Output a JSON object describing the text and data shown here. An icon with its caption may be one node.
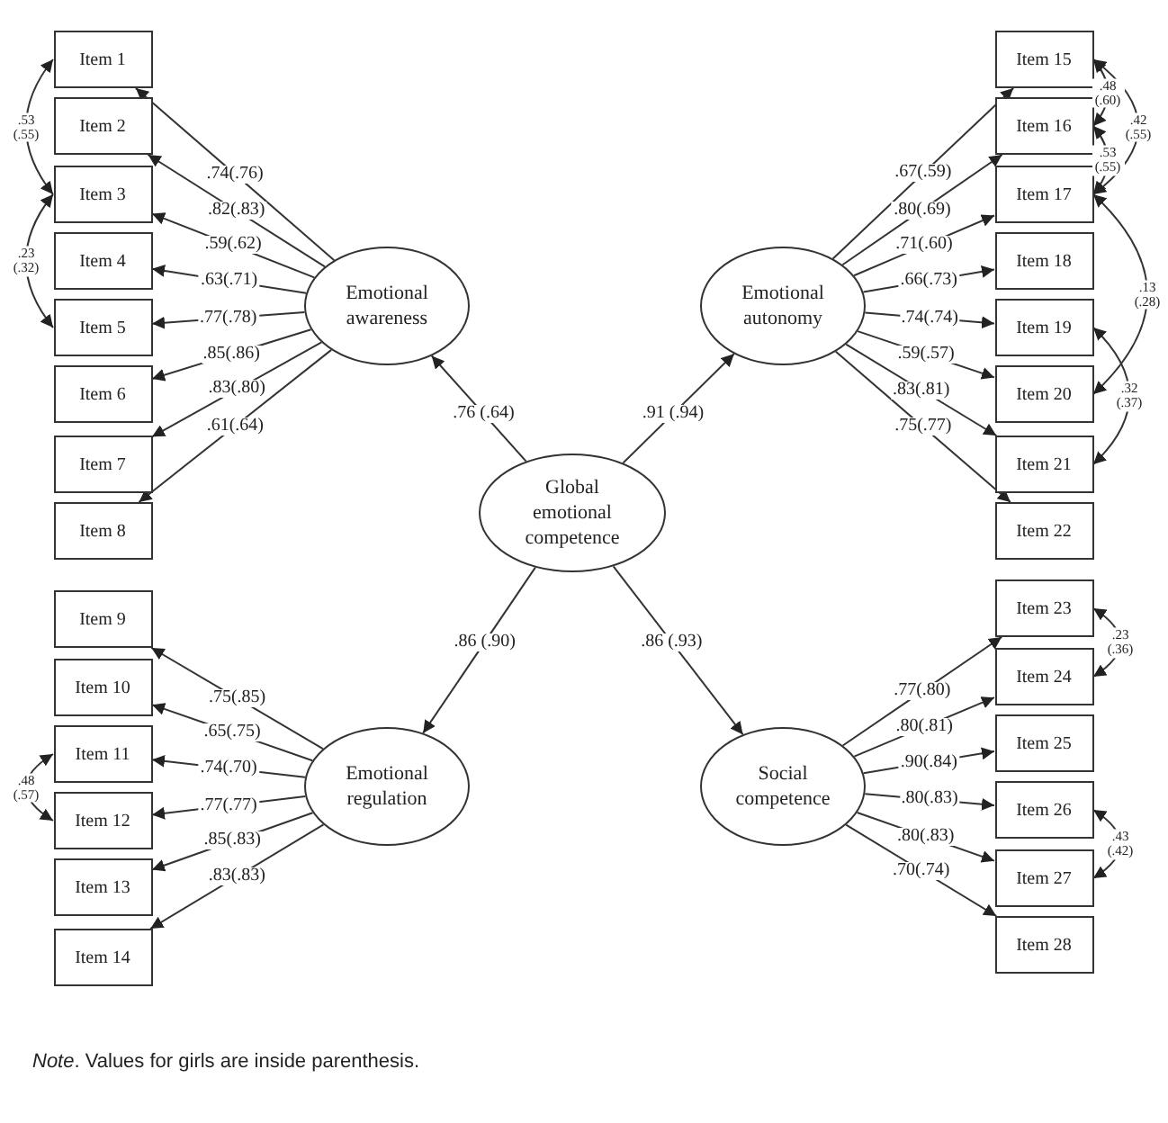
{
  "diagram": {
    "caption": "*Note*. Values for girls are inside parenthesis.",
    "nodes": [
      {
        "text": [
          "Item 1"
        ]
      },
      {
        "text": [
          "Item 2"
        ]
      },
      {
        "text": [
          "Item 3"
        ]
      },
      {
        "text": [
          "Item 4"
        ]
      },
      {
        "text": [
          "Item 5"
        ]
      },
      {
        "text": [
          "Item 6"
        ]
      },
      {
        "text": [
          "Item 7"
        ]
      },
      {
        "text": [
          "Item 8"
        ]
      },
      {
        "text": [
          "Item 9"
        ]
      },
      {
        "text": [
          "Item 10"
        ]
      },
      {
        "text": [
          "Item 11"
        ]
      },
      {
        "text": [
          "Item 12"
        ]
      },
      {
        "text": [
          "Item 13"
        ]
      },
      {
        "text": [
          "Item 14"
        ]
      },
      {
        "text": [
          "Item 15"
        ]
      },
      {
        "text": [
          "Item 16"
        ]
      },
      {
        "text": [
          "Item 17"
        ]
      },
      {
        "text": [
          "Item 18"
        ]
      },
      {
        "text": [
          "Item 19"
        ]
      },
      {
        "text": [
          "Item 20"
        ]
      },
      {
        "text": [
          "Item 21"
        ]
      },
      {
        "text": [
          "Item 22"
        ]
      },
      {
        "text": [
          "Item 23"
        ]
      },
      {
        "text": [
          "Item 24"
        ]
      },
      {
        "text": [
          "Item 25"
        ]
      },
      {
        "text": [
          "Item 26"
        ]
      },
      {
        "text": [
          "Item 27"
        ]
      },
      {
        "text": [
          "Item 28"
        ]
      },
      {
        "text": [
          "Emotional awareness"
        ]
      },
      {
        "text": [
          "Emotional autonomy"
        ]
      },
      {
        "text": [
          "Global emotional competence"
        ]
      },
      {
        "text": [
          "Emotional regulation"
        ]
      },
      {
        "text": [
          "Social competence"
        ]
      }
    ],
    "edges": [
      {
        "from": 30,
        "to": 28,
        "arrow": "to",
        "label": ".76 (.64)"
      },
      {
        "from": 30,
        "to": 29,
        "arrow": "to",
        "label": ".91 (.94)"
      },
      {
        "from": 30,
        "to": 31,
        "arrow": "to",
        "label": ".86 (.90)"
      },
      {
        "from": 30,
        "to": 32,
        "arrow": "to",
        "label": ".86 (.93)"
      },
      {
        "from": 28,
        "to": 0,
        "arrow": "to",
        "label": ".74(.76)"
      },
      {
        "from": 28,
        "to": 1,
        "arrow": "to",
        "label": ".82(.83)"
      },
      {
        "from": 28,
        "to": 2,
        "arrow": "to",
        "label": ".59(.62)"
      },
      {
        "from": 28,
        "to": 3,
        "arrow": "to",
        "label": ".63(.71)"
      },
      {
        "from": 28,
        "to": 4,
        "arrow": "to",
        "label": ".77(.78)"
      },
      {
        "from": 28,
        "to": 5,
        "arrow": "to",
        "label": ".85(.86)"
      },
      {
        "from": 28,
        "to": 6,
        "arrow": "to",
        "label": ".83(.80)"
      },
      {
        "from": 28,
        "to": 7,
        "arrow": "to",
        "label": ".61(.64)"
      },
      {
        "from": 29,
        "to": 14,
        "arrow": "to",
        "label": ".67(.59)"
      },
      {
        "from": 29,
        "to": 15,
        "arrow": "to",
        "label": ".80(.69)"
      },
      {
        "from": 29,
        "to": 16,
        "arrow": "to",
        "label": ".71(.60)"
      },
      {
        "from": 29,
        "to": 17,
        "arrow": "to",
        "label": ".66(.73)"
      },
      {
        "from": 29,
        "to": 18,
        "arrow": "to",
        "label": ".74(.74)"
      },
      {
        "from": 29,
        "to": 19,
        "arrow": "to",
        "label": ".59(.57)"
      },
      {
        "from": 29,
        "to": 20,
        "arrow": "to",
        "label": ".83(.81)"
      },
      {
        "from": 29,
        "to": 21,
        "arrow": "to",
        "label": ".75(.77)"
      },
      {
        "from": 31,
        "to": 8,
        "arrow": "to",
        "label": ".75(.85)"
      },
      {
        "from": 31,
        "to": 9,
        "arrow": "to",
        "label": ".65(.75)"
      },
      {
        "from": 31,
        "to": 10,
        "arrow": "to",
        "label": ".74(.70)"
      },
      {
        "from": 31,
        "to": 11,
        "arrow": "to",
        "label": ".77(.77)"
      },
      {
        "from": 31,
        "to": 12,
        "arrow": "to",
        "label": ".85(.83)"
      },
      {
        "from": 31,
        "to": 13,
        "arrow": "to",
        "label": ".83(.83)"
      },
      {
        "from": 32,
        "to": 22,
        "arrow": "to",
        "label": ".77(.80)"
      },
      {
        "from": 32,
        "to": 23,
        "arrow": "to",
        "label": ".80(.81)"
      },
      {
        "from": 32,
        "to": 24,
        "arrow": "to",
        "label": ".90(.84)"
      },
      {
        "from": 32,
        "to": 25,
        "arrow": "to",
        "label": ".80(.83)"
      },
      {
        "from": 32,
        "to": 26,
        "arrow": "to",
        "label": ".80(.83)"
      },
      {
        "from": 32,
        "to": 27,
        "arrow": "to",
        "label": ".70(.74)"
      },
      {
        "from": 0,
        "to": 2,
        "arrow": "both",
        "label": ".53 (.55)"
      },
      {
        "from": 2,
        "to": 4,
        "arrow": "both",
        "label": ".23 (.32)"
      },
      {
        "from": 10,
        "to": 11,
        "arrow": "both",
        "label": ".48 (.57)"
      },
      {
        "from": 14,
        "to": 15,
        "arrow": "both",
        "label": ".48 (.60)"
      },
      {
        "from": 14,
        "to": 16,
        "arrow": "both",
        "label": ".42 (.55)"
      },
      {
        "from": 15,
        "to": 16,
        "arrow": "both",
        "label": ".53 (.55)"
      },
      {
        "from": 16,
        "to": 19,
        "arrow": "both",
        "label": ".13 (.28)"
      },
      {
        "from": 18,
        "to": 20,
        "arrow": "both",
        "label": ".32 (.37)"
      },
      {
        "from": 22,
        "to": 23,
        "arrow": "both",
        "label": ".23 (.36)"
      },
      {
        "from": 25,
        "to": 26,
        "arrow": "both",
        "label": ".43 (.42)"
      }
    ]
  }
}
